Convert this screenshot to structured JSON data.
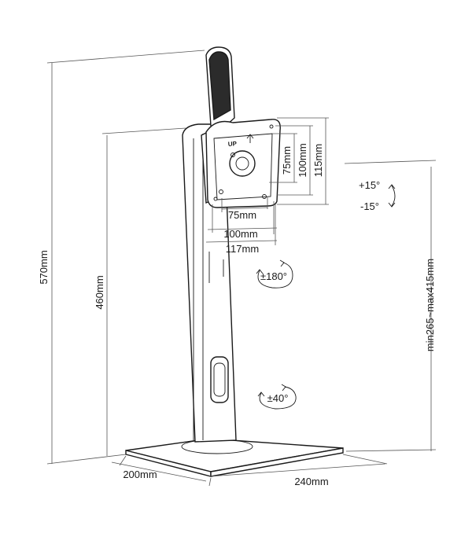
{
  "diagram": {
    "labels": {
      "height_total": "570mm",
      "height_pole": "460mm",
      "height_adjust": "min265~max415mm",
      "base_depth": "200mm",
      "base_width": "240mm",
      "vesa_w_75": "75mm",
      "vesa_w_100": "100mm",
      "plate_w_117": "117mm",
      "vesa_h_75": "75mm",
      "vesa_h_100": "100mm",
      "plate_h_115": "115mm",
      "tilt_up": "+15°",
      "tilt_down": "-15°",
      "rotate": "±180°",
      "swivel": "±40°",
      "up_mark": "UP"
    }
  }
}
